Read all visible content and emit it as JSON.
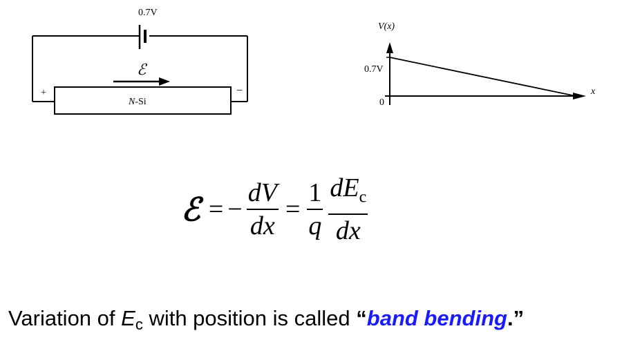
{
  "circuit": {
    "battery_voltage": "0.7V",
    "field_symbol": "ℰ",
    "plus_sign": "+",
    "minus_sign": "−",
    "bar_label_italic": "N",
    "bar_label_rest": "-Si"
  },
  "potential_plot": {
    "y_label": "V(x)",
    "x_label": "x",
    "tick_top": "0.7V",
    "tick_zero": "0"
  },
  "equation": {
    "lhs": "ℰ",
    "equals": "=",
    "minus": "−",
    "frac1_num": "dV",
    "frac1_den": "dx",
    "frac2_num": "1",
    "frac2_den": "q",
    "frac3_num_main": "dE",
    "frac3_num_sub": "c",
    "frac3_den": "dx"
  },
  "caption": {
    "part1": "Variation of ",
    "symbol": "E",
    "symbol_sub": "c",
    "part2": " with position is called ",
    "open_quote": "“",
    "highlight": "band bending",
    "close": ".”"
  },
  "colors": {
    "highlight": "#1a1aff",
    "ink": "#000000"
  }
}
